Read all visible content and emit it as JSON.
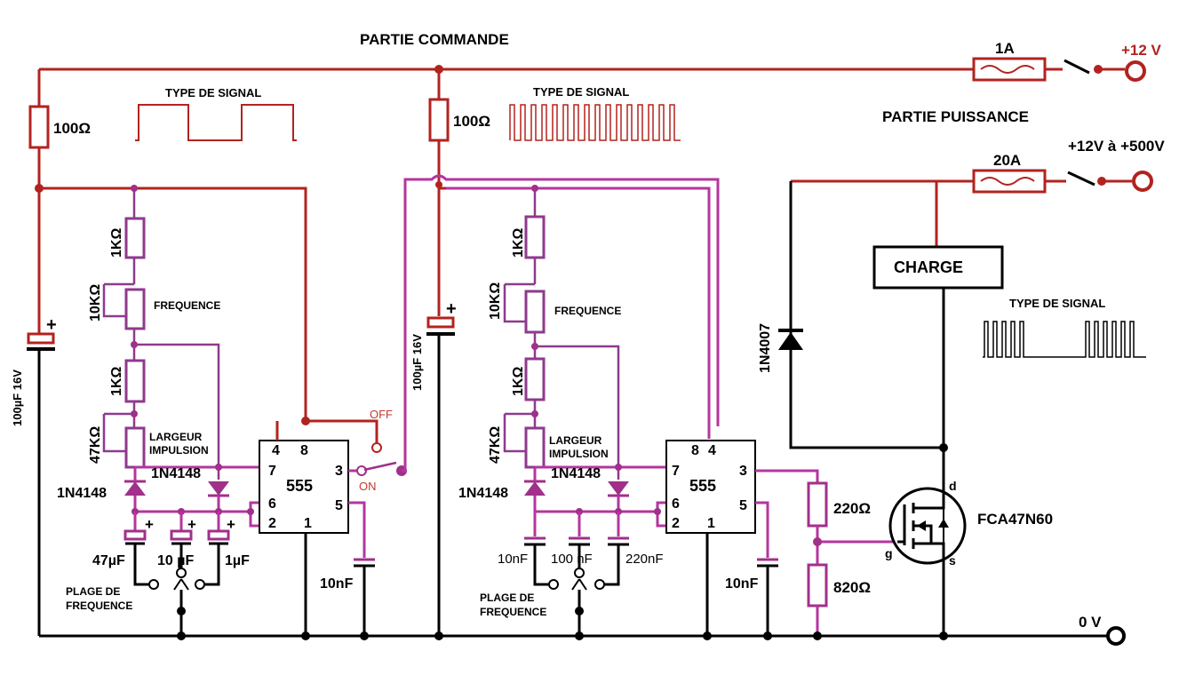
{
  "title_commande": "PARTIE COMMANDE",
  "title_puissance": "PARTIE PUISSANCE",
  "supply": {
    "fuse1": "1A",
    "v1": "+12 V",
    "fuse2": "20A",
    "v2": "+12V à +500V",
    "ground": "0 V"
  },
  "signal_label": "TYPE DE SIGNAL",
  "left": {
    "r_top": "100Ω",
    "cap": "100µF 16V",
    "r1": "1KΩ",
    "pot1": "10KΩ",
    "freq": "FREQUENCE",
    "r2": "1KΩ",
    "pot2": "47KΩ",
    "width1": "LARGEUR",
    "width2": "IMPULSION",
    "diode_a": "1N4148",
    "diode_b": "1N4148",
    "c1": "47µF",
    "c2": "10 µF",
    "c3": "1µF",
    "plage1": "PLAGE DE",
    "plage2": "FREQUENCE",
    "ic": "555",
    "pin4": "4",
    "pin8": "8",
    "pin7": "7",
    "pin6": "6",
    "pin2": "2",
    "pin3": "3",
    "pin5": "5",
    "pin1": "1",
    "c_ctrl": "10nF",
    "off": "OFF",
    "on": "ON"
  },
  "right": {
    "r_top": "100Ω",
    "cap": "100µF 16V",
    "r1": "1KΩ",
    "pot1": "10KΩ",
    "freq": "FREQUENCE",
    "r2": "1KΩ",
    "pot2": "47KΩ",
    "width1": "LARGEUR",
    "width2": "IMPULSION",
    "diode_a": "1N4148",
    "diode_b": "1N4148",
    "c1": "10nF",
    "c2": "100 nF",
    "c3": "220nF",
    "plage1": "PLAGE DE",
    "plage2": "FREQUENCE",
    "ic": "555",
    "pin8": "8",
    "pin4": "4",
    "pin7": "7",
    "pin6": "6",
    "pin2": "2",
    "pin3": "3",
    "pin5": "5",
    "pin1": "1",
    "c_ctrl": "10nF"
  },
  "power": {
    "charge": "CHARGE",
    "diode": "1N4007",
    "r_gate": "220Ω",
    "r_pull": "820Ω",
    "mosfet": "FCA47N60",
    "pin_d": "d",
    "pin_g": "g",
    "pin_s": "s"
  },
  "colors": {
    "supply_wire": "#b2231f",
    "timing_wire": "#b5359e",
    "ground_wire": "#000000"
  }
}
